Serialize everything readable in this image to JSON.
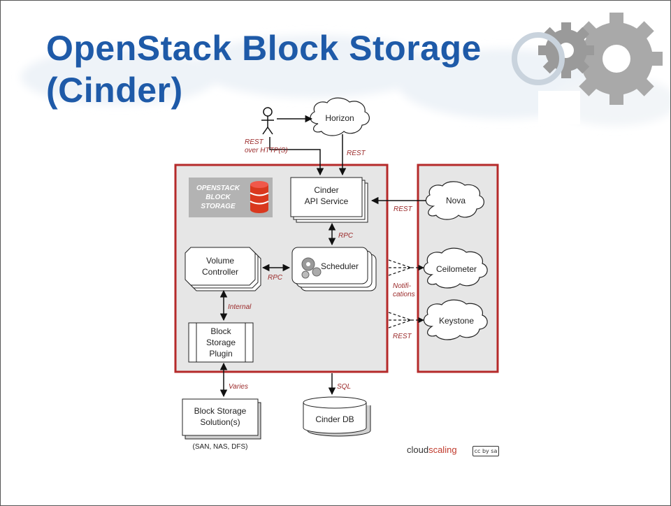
{
  "slide": {
    "title_line1": "OpenStack Block Storage",
    "title_line2": "(Cinder)"
  },
  "diagram": {
    "badge": [
      "OPENSTACK",
      "BLOCK",
      "STORAGE"
    ],
    "nodes": {
      "horizon": "Horizon",
      "cinder_api": [
        "Cinder",
        "API Service"
      ],
      "nova": "Nova",
      "volume_controller": [
        "Volume",
        "Controller"
      ],
      "scheduler": "Scheduler",
      "ceilometer": "Ceilometer",
      "keystone": "Keystone",
      "block_storage_plugin": [
        "Block",
        "Storage",
        "Plugin"
      ],
      "block_storage_solution": [
        "Block Storage",
        "Solution(s)"
      ],
      "cinder_db": "Cinder DB"
    },
    "edge_labels": {
      "rest_over_http": [
        "REST",
        "over HTTP(S)"
      ],
      "rest_horizon": "REST",
      "rest_nova": "REST",
      "rpc_api": "RPC",
      "rpc_volume": "RPC",
      "notifications": [
        "Notifi-",
        "cations"
      ],
      "internal": "Internal",
      "rest_keystone": "REST",
      "varies": "Varies",
      "sql": "SQL"
    },
    "solution_note": "(SAN, NAS, DFS)"
  },
  "footer": {
    "brand_prefix": "cloud",
    "brand_suffix": "scaling",
    "license": "cc by sa"
  },
  "colors": {
    "title": "#1e5aa8",
    "frame_border": "#b52a2a",
    "frame_fill": "#e6e6e6",
    "edge_label": "#9b2a2a",
    "badge_fill": "#b3b3b3",
    "db_icon": "#d9381e"
  }
}
